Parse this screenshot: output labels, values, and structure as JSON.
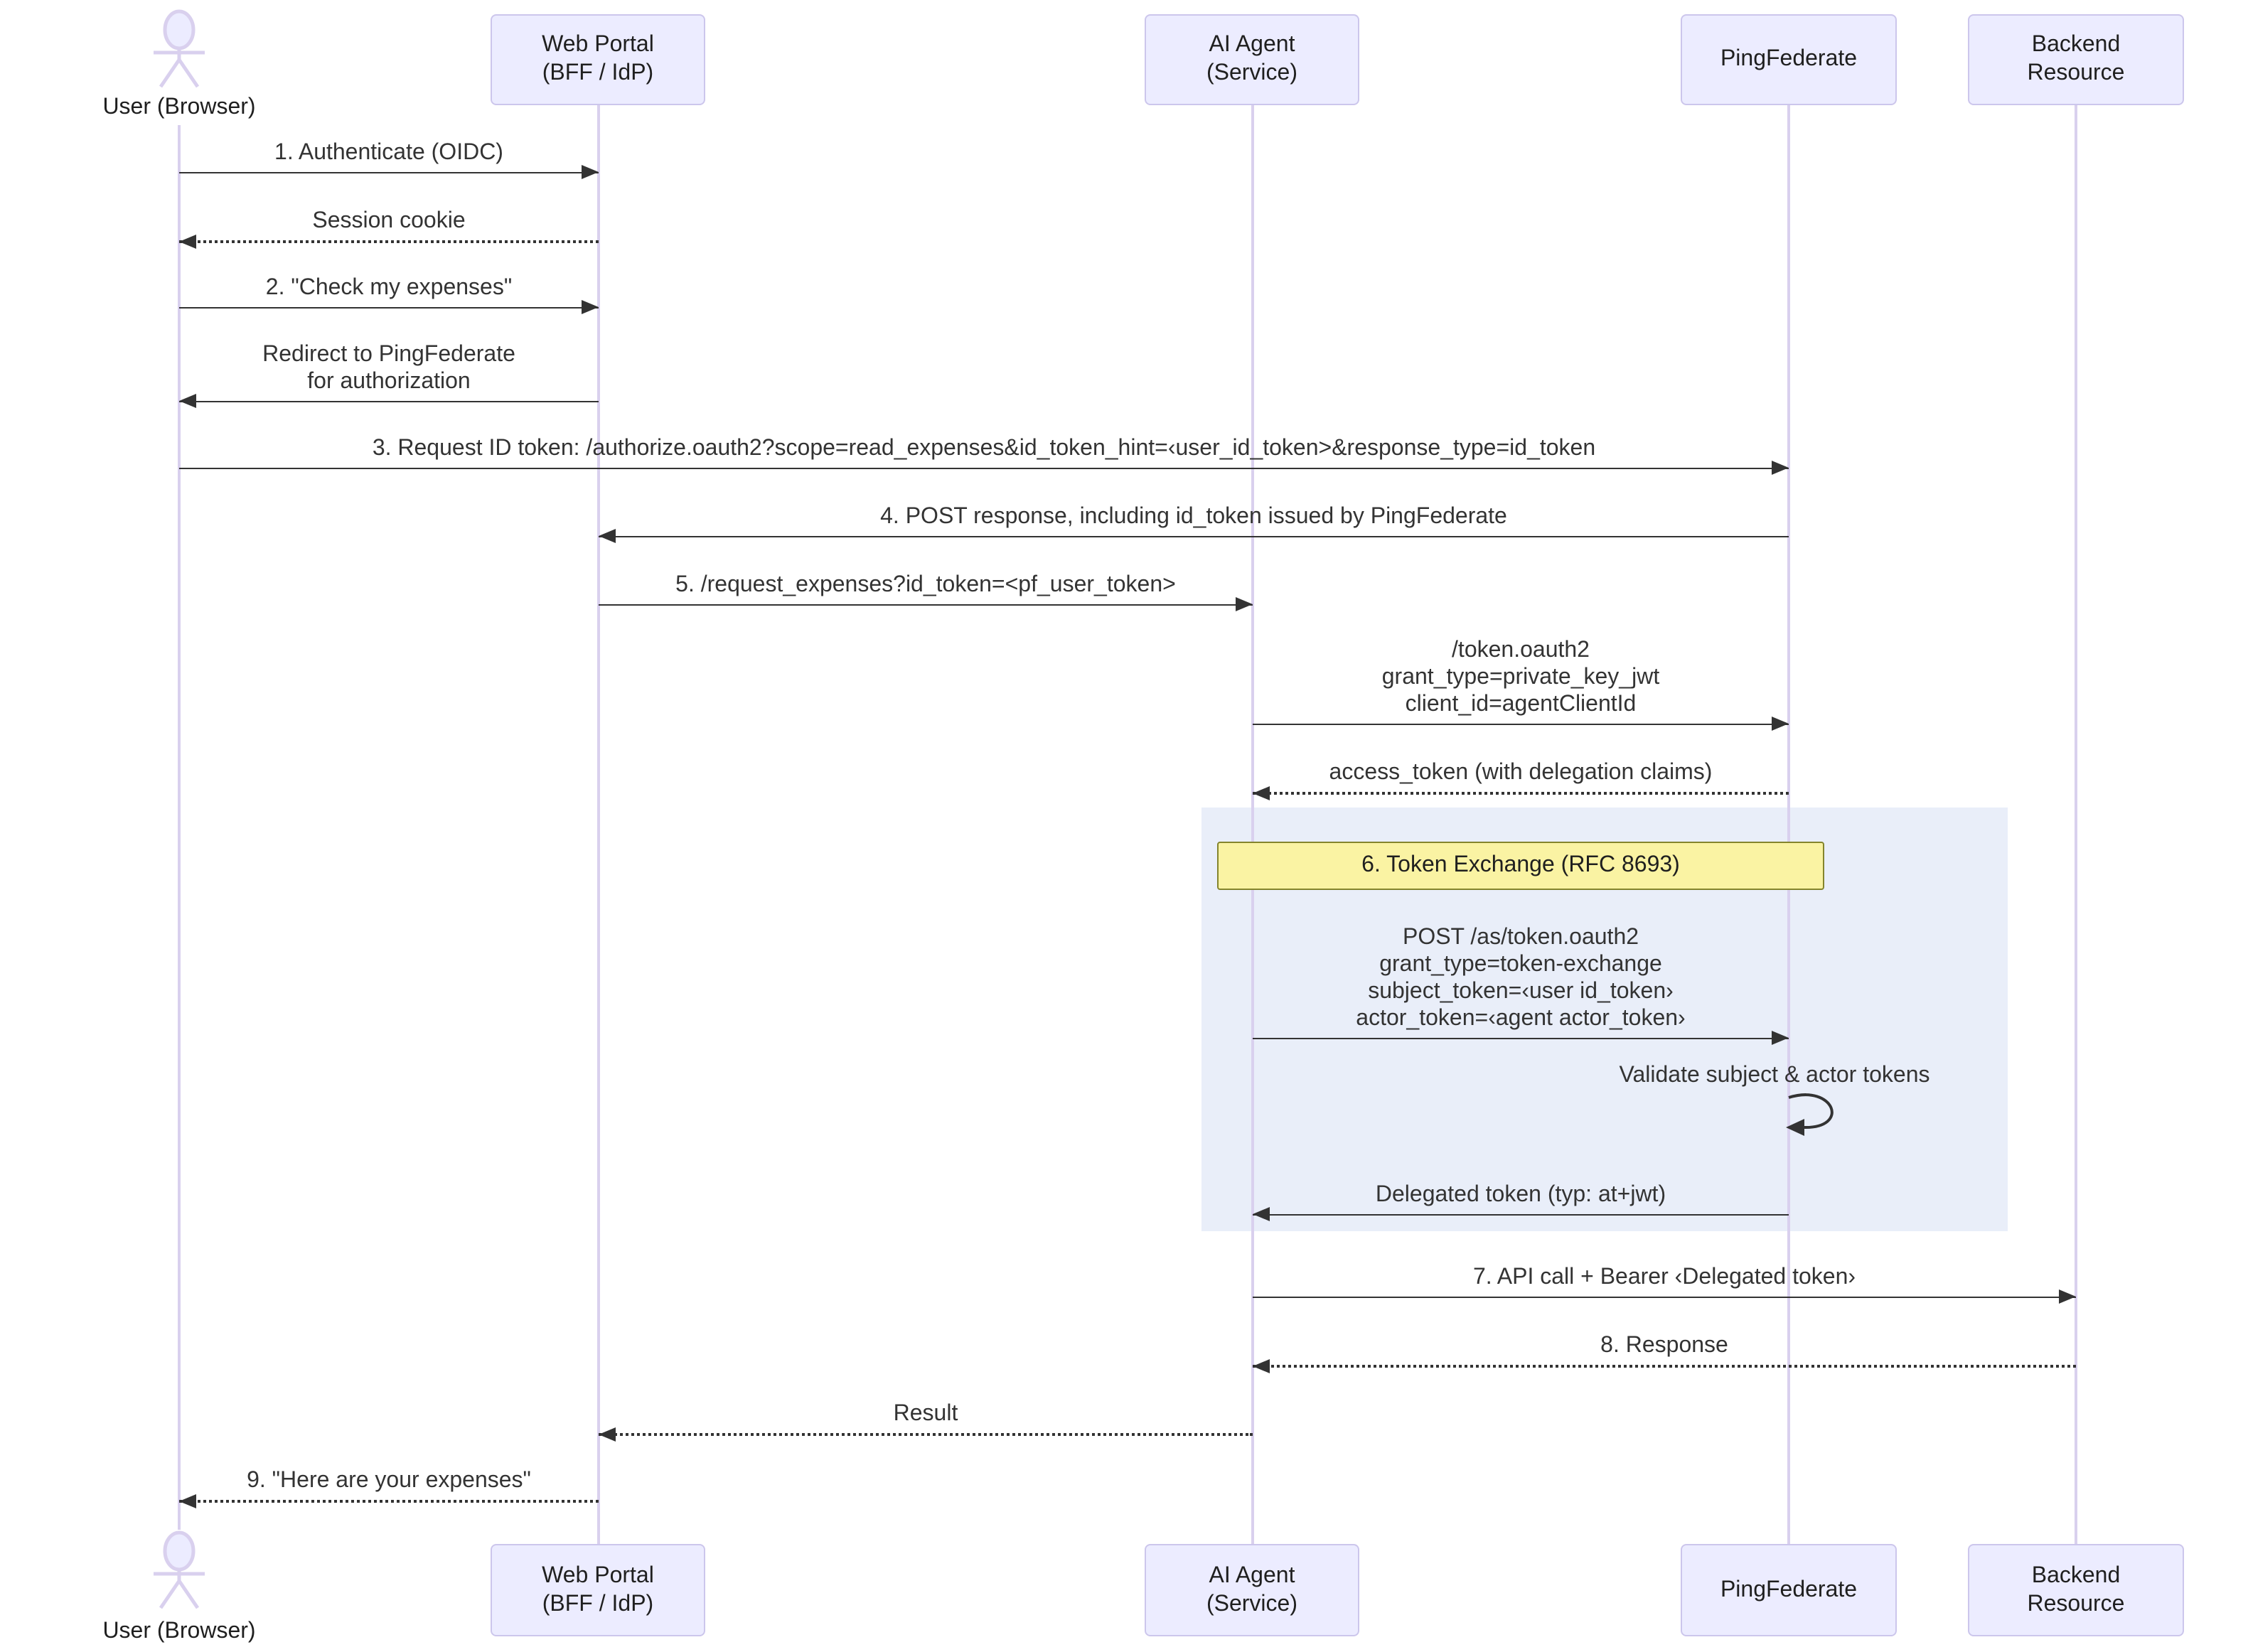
{
  "diagram": {
    "type": "sequence",
    "actors": [
      {
        "id": "user",
        "label": "User (Browser)",
        "kind": "actor"
      },
      {
        "id": "wp",
        "label": "Web Portal\n(BFF / IdP)",
        "kind": "participant"
      },
      {
        "id": "ai",
        "label": "AI Agent\n(Service)",
        "kind": "participant"
      },
      {
        "id": "pf",
        "label": "PingFederate",
        "kind": "participant"
      },
      {
        "id": "be",
        "label": "Backend\nResource",
        "kind": "participant"
      }
    ],
    "messages": [
      {
        "from": "user",
        "to": "wp",
        "style": "solid",
        "text": "1. Authenticate (OIDC)"
      },
      {
        "from": "wp",
        "to": "user",
        "style": "dashed",
        "text": "Session cookie"
      },
      {
        "from": "user",
        "to": "wp",
        "style": "solid",
        "text": "2. \"Check my expenses\""
      },
      {
        "from": "wp",
        "to": "user",
        "style": "solid",
        "text": "Redirect to PingFederate\nfor authorization"
      },
      {
        "from": "user",
        "to": "pf",
        "style": "solid",
        "text": "3. Request ID token: /authorize.oauth2?scope=read_expenses&id_token_hint=‹user_id_token>&response_type=id_token"
      },
      {
        "from": "pf",
        "to": "wp",
        "style": "solid",
        "text": "4. POST response, including id_token issued by PingFederate"
      },
      {
        "from": "wp",
        "to": "ai",
        "style": "solid",
        "text": "5. /request_expenses?id_token=<pf_user_token>"
      },
      {
        "from": "ai",
        "to": "pf",
        "style": "solid",
        "text": "/token.oauth2\ngrant_type=private_key_jwt\nclient_id=agentClientId"
      },
      {
        "from": "pf",
        "to": "ai",
        "style": "dashed",
        "text": "access_token (with delegation claims)"
      },
      {
        "from": "ai",
        "to": "pf",
        "style": "solid",
        "text": "POST /as/token.oauth2\ngrant_type=token-exchange\nsubject_token=‹user id_token›\nactor_token=‹agent actor_token›"
      },
      {
        "from": "pf",
        "to": "pf",
        "style": "self",
        "text": "Validate subject & actor tokens"
      },
      {
        "from": "pf",
        "to": "ai",
        "style": "solid",
        "text": "Delegated token (typ: at+jwt)"
      },
      {
        "from": "ai",
        "to": "be",
        "style": "solid",
        "text": "7. API call + Bearer ‹Delegated token›"
      },
      {
        "from": "be",
        "to": "ai",
        "style": "dashed",
        "text": "8. Response"
      },
      {
        "from": "ai",
        "to": "wp",
        "style": "dashed",
        "text": "Result"
      },
      {
        "from": "wp",
        "to": "user",
        "style": "dashed",
        "text": "9. \"Here are your expenses\""
      }
    ],
    "highlight_label": "6. Token Exchange (RFC 8693)",
    "colors": {
      "actor_fill": "#ECECFF",
      "actor_border": "#CCC6EC",
      "lifeline": "#D9D0EE",
      "highlight_fill": "#E9EEF9",
      "note_fill": "#FAF3A3",
      "note_border": "#84842C",
      "arrow": "#333333",
      "text": "#333333"
    }
  }
}
